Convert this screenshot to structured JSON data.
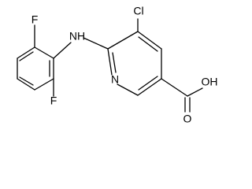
{
  "labels": {
    "fluorine_top": "F",
    "nh": "NH",
    "chlorine": "Cl",
    "nitrogen": "N",
    "fluorine_bottom": "F",
    "hydroxyl": "OH",
    "carbonyl_oxygen": "O"
  },
  "colors": {
    "bond": "#000000",
    "text": "#000000",
    "background": "#ffffff"
  }
}
